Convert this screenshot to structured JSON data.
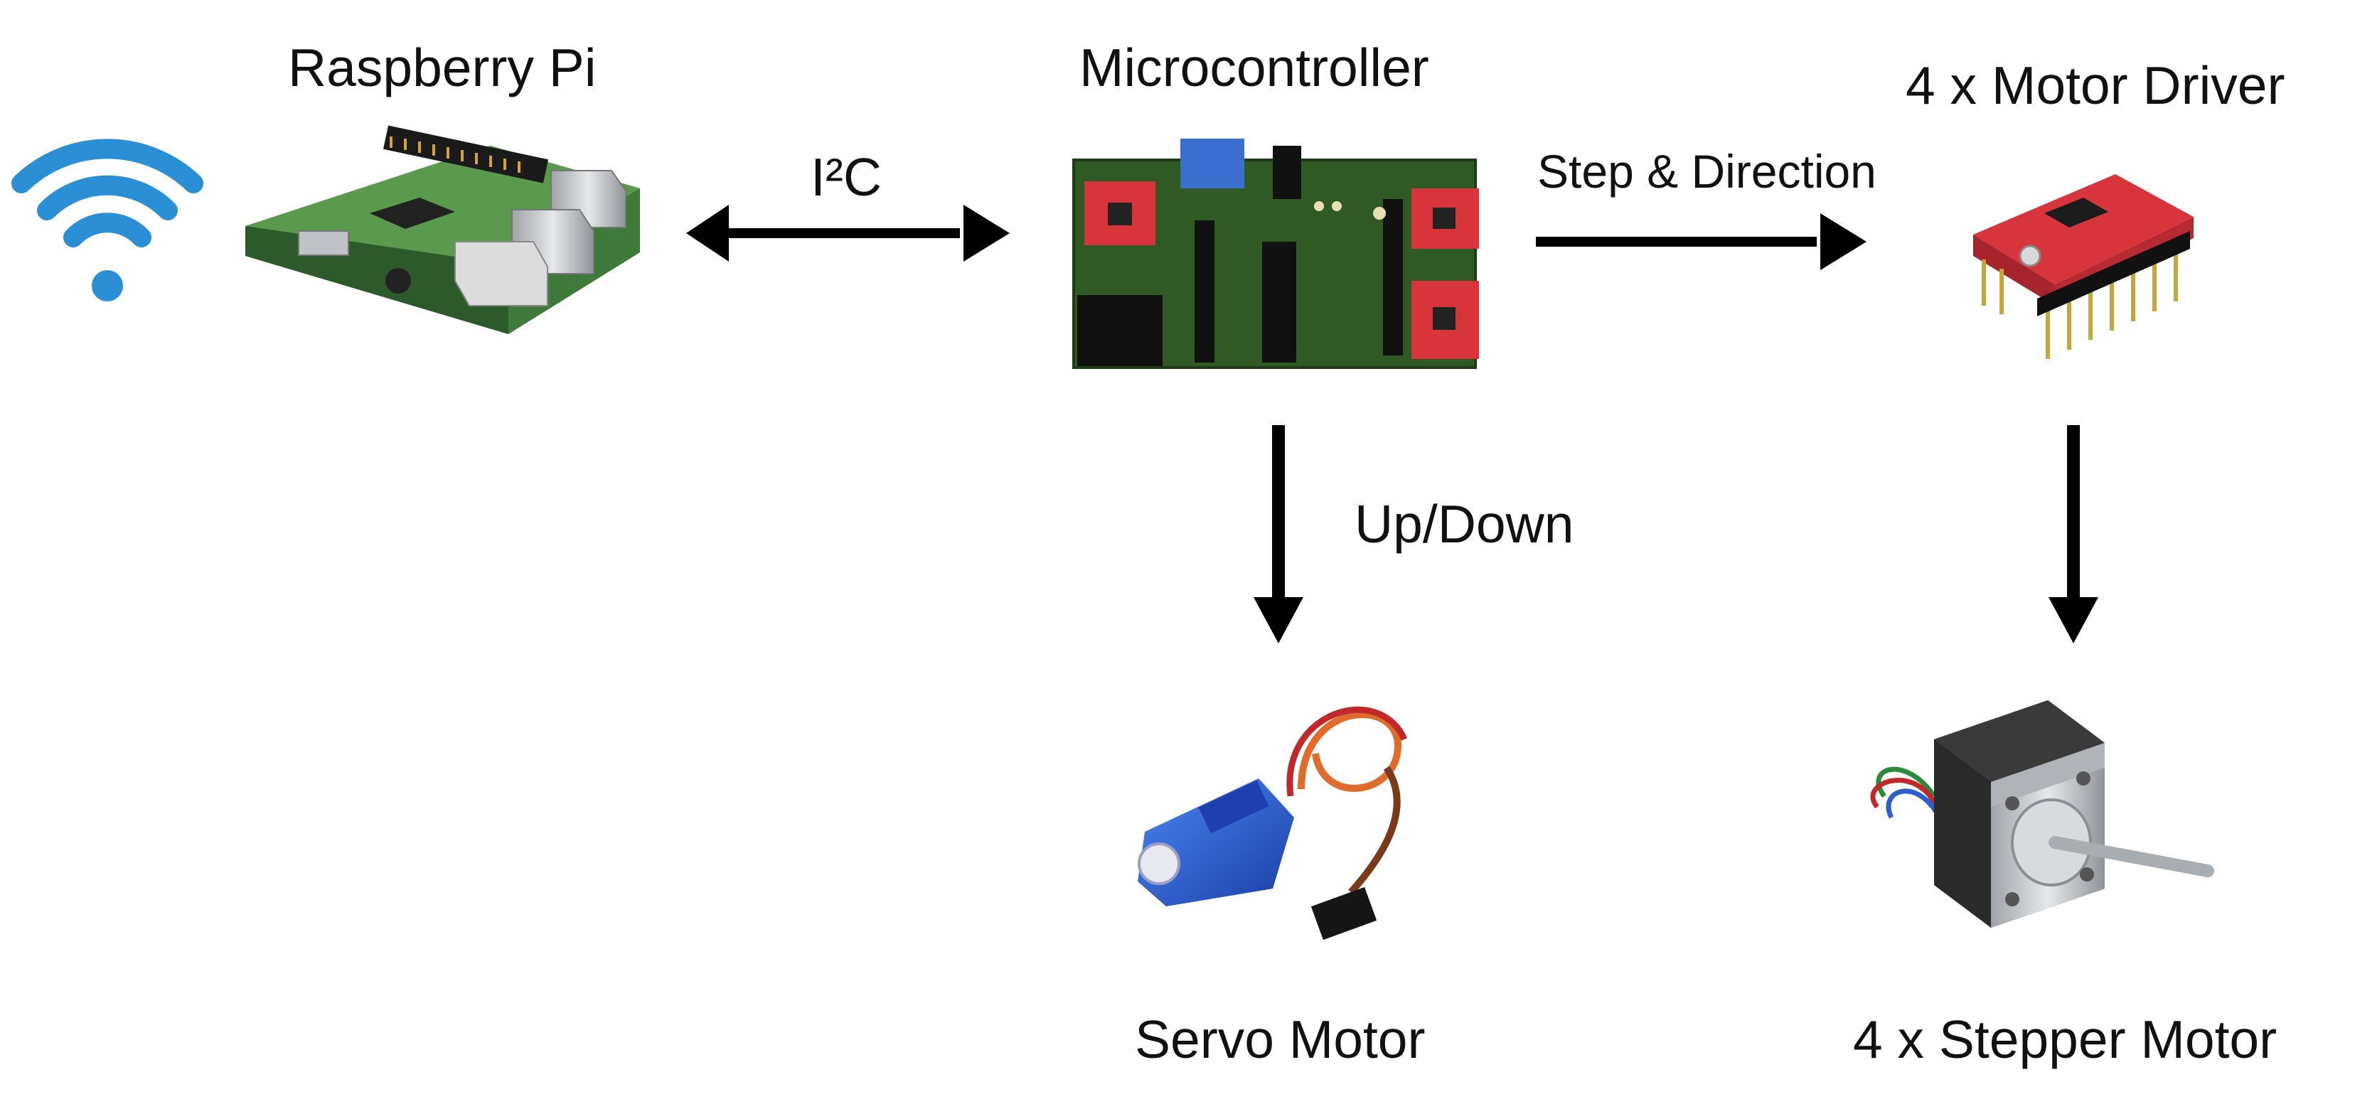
{
  "labels": {
    "raspberry_pi": "Raspberry Pi",
    "microcontroller": "Microcontroller",
    "motor_driver": "4 x Motor Driver",
    "servo_motor": "Servo Motor",
    "stepper_motor": "4 x Stepper Motor"
  },
  "edges": {
    "i2c": "I²C",
    "step_direction": "Step & Direction",
    "up_down": "Up/Down"
  },
  "colors": {
    "wifi": "#2b8fd6",
    "arrow": "#000000",
    "pcb_green": "#2f5a24",
    "driver_red": "#d8343c",
    "servo_blue": "#2b5fd0",
    "stepper_black": "#2a2a2a",
    "metal": "#c9ccd0"
  },
  "icons": [
    "wifi-icon",
    "raspberry-pi-board-image",
    "microcontroller-board-image",
    "motor-driver-image",
    "servo-motor-image",
    "stepper-motor-image"
  ]
}
